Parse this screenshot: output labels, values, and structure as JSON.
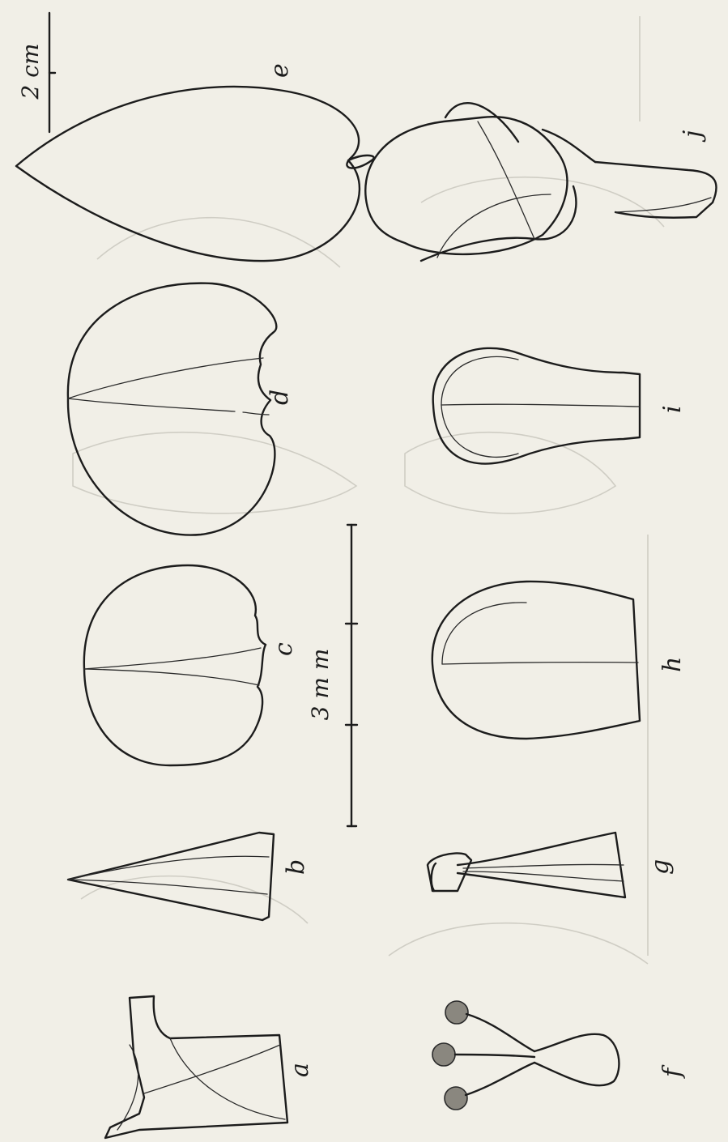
{
  "scale_bars": {
    "large": {
      "label": "2 cm"
    },
    "small": {
      "label": "3 m m"
    }
  },
  "figure_labels": {
    "a": "a",
    "b": "b",
    "c": "c",
    "d": "d",
    "e": "e",
    "f": "f",
    "g": "g",
    "h": "h",
    "i": "i",
    "j": "j"
  },
  "colors": {
    "paper": "#f1efe7",
    "ink": "#1c1c1c",
    "pencil_ghost": "#cfcdc4"
  }
}
